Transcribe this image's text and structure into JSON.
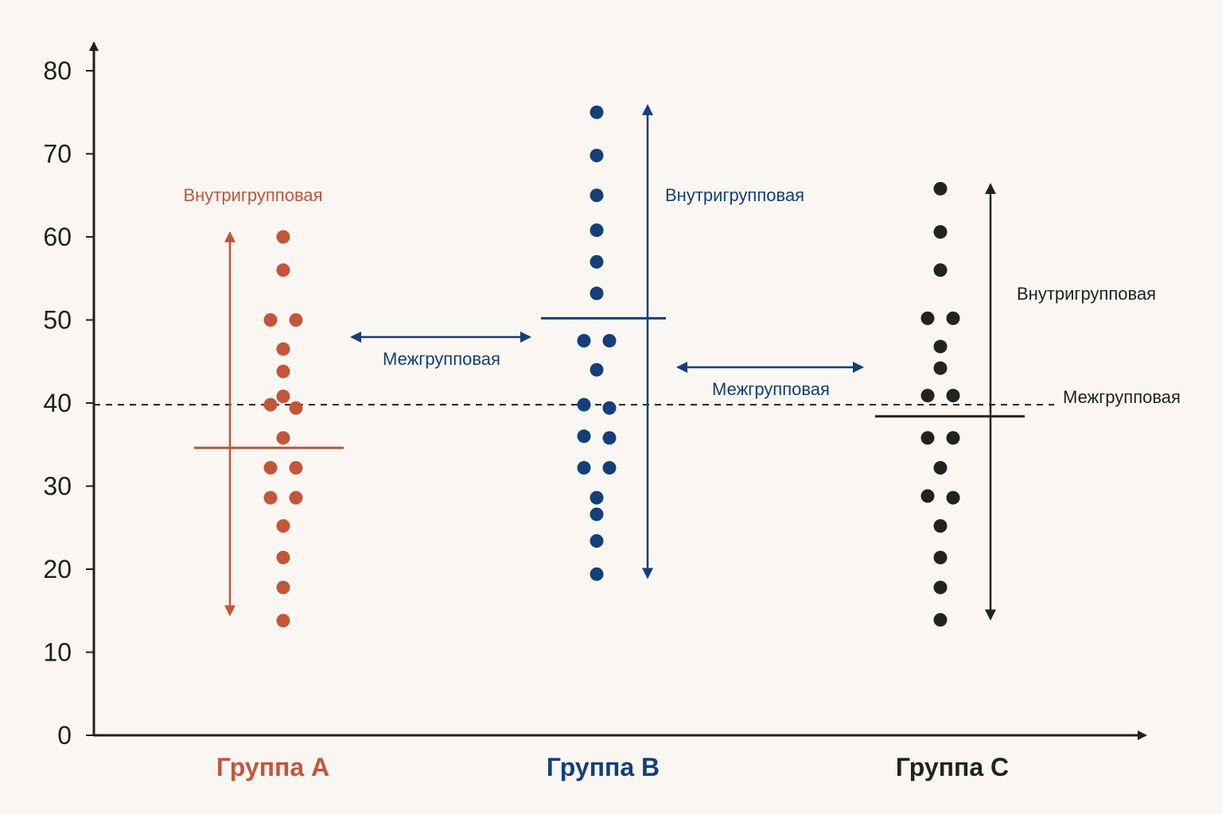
{
  "chart_data": {
    "type": "scatter",
    "y_axis": {
      "ylim": [
        0,
        80
      ],
      "ticks": [
        0,
        10,
        20,
        30,
        40,
        50,
        60,
        70,
        80
      ]
    },
    "grand_mean": 39.8,
    "colors": {
      "A": "#c4553b",
      "B": "#143f7a",
      "C": "#222222",
      "reference": "#222222"
    },
    "groups": [
      {
        "label": "Группа A",
        "color_key": "A",
        "mean": 34.6,
        "range": [
          14.5,
          60.5
        ],
        "points": [
          60,
          56,
          50,
          50,
          46.5,
          43.8,
          40.8,
          39.8,
          39.4,
          35.8,
          32.2,
          32.2,
          28.6,
          28.6,
          25.2,
          21.4,
          17.8,
          13.8
        ]
      },
      {
        "label": "Группа B",
        "color_key": "B",
        "mean": 50.2,
        "range": [
          19,
          75.8
        ],
        "points": [
          75,
          69.8,
          65,
          60.8,
          57,
          53.2,
          47.5,
          47.5,
          44,
          39.8,
          39.4,
          36,
          35.8,
          32.2,
          32.2,
          28.6,
          26.6,
          23.4,
          19.4
        ]
      },
      {
        "label": "Группа C",
        "color_key": "C",
        "mean": 38.4,
        "range": [
          14,
          66.3
        ],
        "points": [
          65.8,
          60.6,
          56,
          50.2,
          50.2,
          46.8,
          44.2,
          40.9,
          40.9,
          35.8,
          35.8,
          32.2,
          28.8,
          28.6,
          25.2,
          21.4,
          17.8,
          13.9
        ]
      }
    ],
    "annotations": {
      "within_label": "Внутригрупповая",
      "between_label": "Межгрупповая"
    }
  }
}
